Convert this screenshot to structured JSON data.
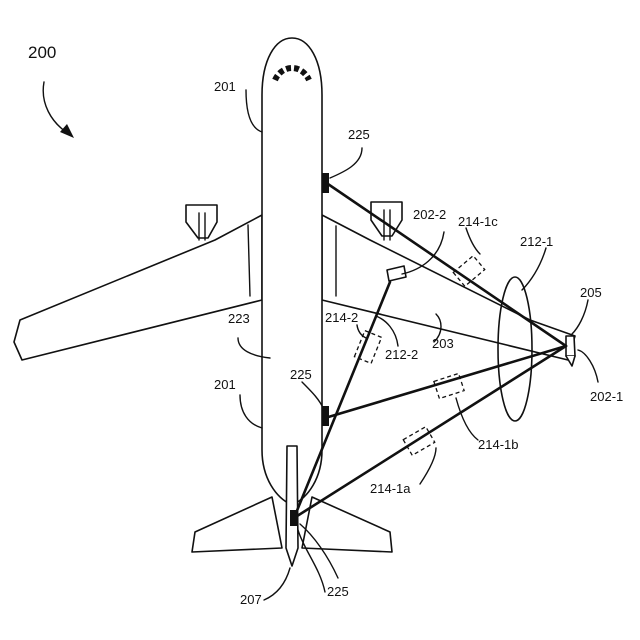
{
  "figure": {
    "ref_200": "200",
    "ref_201_top": "201",
    "ref_201_bottom": "201",
    "ref_202_1": "202-1",
    "ref_202_2": "202-2",
    "ref_203": "203",
    "ref_205": "205",
    "ref_207": "207",
    "ref_212_1": "212-1",
    "ref_212_2": "212-2",
    "ref_214_1a": "214-1a",
    "ref_214_1b": "214-1b",
    "ref_214_1c": "214-1c",
    "ref_214_2": "214-2",
    "ref_223": "223",
    "ref_225_top": "225",
    "ref_225_mid": "225",
    "ref_225_tail": "225"
  }
}
